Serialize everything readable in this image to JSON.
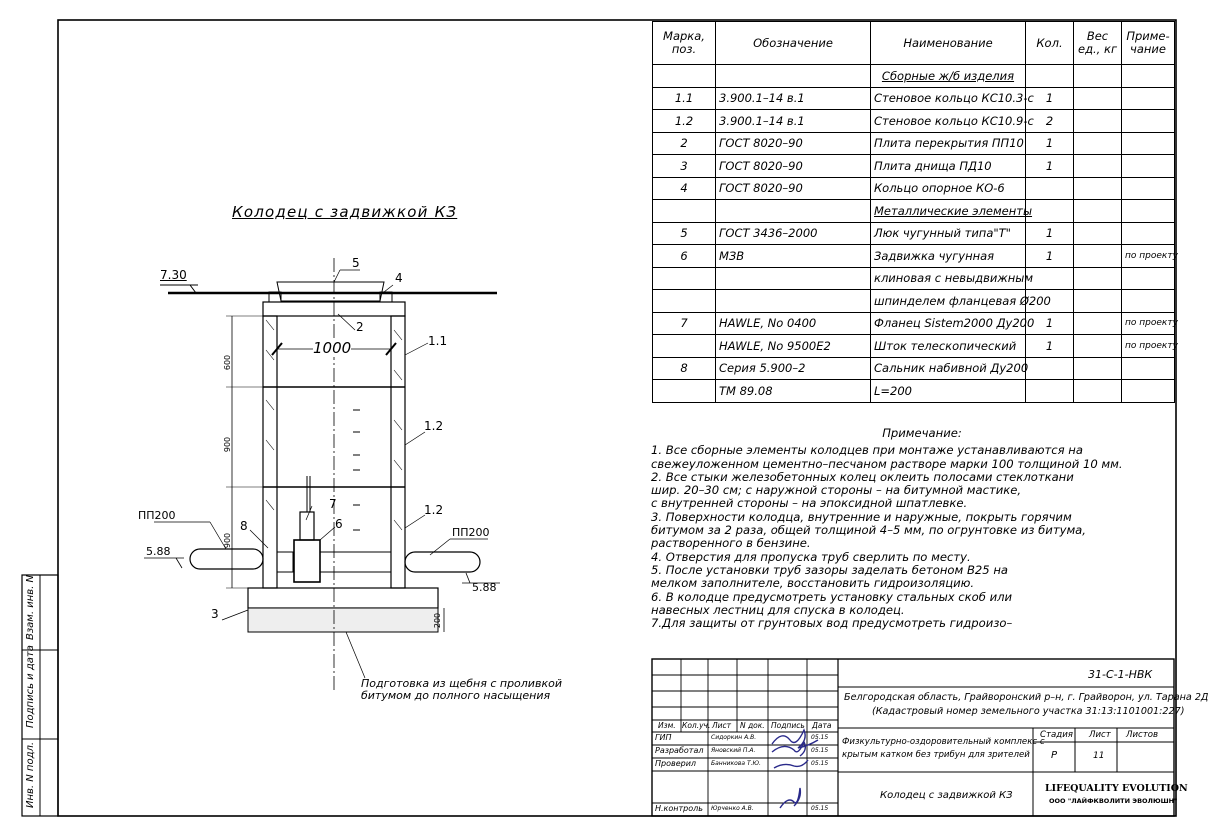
{
  "drawing": {
    "title": "Колодец с задвижкой КЗ",
    "levels": {
      "top": "7.30",
      "pipe_left": "5.88",
      "pipe_right": "5.88"
    },
    "dim_diameter": "1000",
    "dims_vertical": [
      "600",
      "900",
      "900",
      "200"
    ],
    "pipe_labels": [
      "ПП200",
      "ПП200"
    ],
    "callouts": [
      "5",
      "4",
      "2",
      "1.1",
      "1.2",
      "1.2",
      "7",
      "6",
      "8",
      "3"
    ],
    "base_note": [
      "Подготовка из щебня с проливкой",
      "битумом до полного насыщения"
    ]
  },
  "spec": {
    "headers": [
      "Марка, поз.",
      "Обозначение",
      "Наименование",
      "Кол.",
      "Вес ед., кг",
      "Приме- чание"
    ],
    "rows": [
      {
        "pos": "",
        "designation": "",
        "name": "Сборные ж/б изделия",
        "qty": "",
        "weight": "",
        "note": ""
      },
      {
        "pos": "1.1",
        "designation": "3.900.1–14     в.1",
        "name": "Стеновое кольцо КС10.3-с",
        "qty": "1",
        "weight": "",
        "note": ""
      },
      {
        "pos": "1.2",
        "designation": "3.900.1–14     в.1",
        "name": "Стеновое кольцо КС10.9-с",
        "qty": "2",
        "weight": "",
        "note": ""
      },
      {
        "pos": "2",
        "designation": "ГОСТ 8020–90",
        "name": "Плита перекрытия ПП10",
        "qty": "1",
        "weight": "",
        "note": ""
      },
      {
        "pos": "3",
        "designation": "ГОСТ 8020–90",
        "name": "Плита днища ПД10",
        "qty": "1",
        "weight": "",
        "note": ""
      },
      {
        "pos": "4",
        "designation": "ГОСТ 8020–90",
        "name": "Кольцо опорное КО-6",
        "qty": "",
        "weight": "",
        "note": ""
      },
      {
        "pos": "",
        "designation": "",
        "name": "Металлические элементы",
        "qty": "",
        "weight": "",
        "note": ""
      },
      {
        "pos": "5",
        "designation": "ГОСТ 3436–2000",
        "name": "Люк чугунный типа\"Т\"",
        "qty": "1",
        "weight": "",
        "note": ""
      },
      {
        "pos": "6",
        "designation": "МЗВ",
        "name": "Задвижка чугунная",
        "qty": "1",
        "weight": "",
        "note": "по проекту"
      },
      {
        "pos": "",
        "designation": "",
        "name": "клиновая с невыдвижным",
        "qty": "",
        "weight": "",
        "note": ""
      },
      {
        "pos": "",
        "designation": "",
        "name": "шпинделем фланцевая Ø200",
        "qty": "",
        "weight": "",
        "note": ""
      },
      {
        "pos": "7",
        "designation": "HAWLE, No 0400",
        "name": "Фланец Sistem2000 Ду200",
        "qty": "1",
        "weight": "",
        "note": "по проекту"
      },
      {
        "pos": "",
        "designation": "HAWLE, No 9500E2",
        "name": "Шток телескопический",
        "qty": "1",
        "weight": "",
        "note": "по проекту"
      },
      {
        "pos": "8",
        "designation": "Серия 5.900–2",
        "name": "Сальник набивной Ду200",
        "qty": "",
        "weight": "",
        "note": ""
      },
      {
        "pos": "",
        "designation": "ТМ 89.08",
        "name": "L=200",
        "qty": "",
        "weight": "",
        "note": ""
      }
    ]
  },
  "notes": {
    "title": "Примечание:",
    "lines": [
      "1. Все сборные элементы колодцев при монтаже устанавливаются на",
      "свежеуложенном цементно–песчаном растворе марки 100 толщиной 10 мм.",
      "2. Все стыки железобетонных колец оклеить полосами стеклоткани",
      "шир. 20–30 см; с наружной стороны – на битумной мастике,",
      "с внутренней стороны – на эпоксидной шпатлевке.",
      "3. Поверхности колодца, внутренние и наружные, покрыть горячим",
      "битумом за 2 раза, общей толщиной 4–5 мм, по огрунтовке из битума,",
      "растворенного в бензине.",
      "4. Отверстия для пропуска труб сверлить по месту.",
      "5. После установки труб зазоры заделать бетоном В25 на",
      "мелком заполнителе, восстановить гидроизоляцию.",
      "6. В колодце предусмотреть установку стальных скоб или",
      "навесных лестниц для спуска в колодец.",
      "7.Для защиты от грунтовых вод предусмотреть гидроизо–"
    ]
  },
  "title_block": {
    "code": "31-С-1-НВК",
    "address_line1": "Белгородская область, Грайворонский р–н, г. Грайворон, ул. Тарана 2Д",
    "address_line2": "(Кадастровый номер земельного участка 31:13:1101001:227)",
    "col_headers": [
      "Изм.",
      "Кол.уч.",
      "Лист",
      "N док.",
      "Подпись",
      "Дата"
    ],
    "roles": [
      {
        "role": "ГИП",
        "name": "Сидоркин А.В.",
        "date": "05.15"
      },
      {
        "role": "Разработал",
        "name": "Яновский П.А.",
        "date": "05.15"
      },
      {
        "role": "Проверил",
        "name": "Банникова Т.Ю.",
        "date": "05.15"
      },
      {
        "role": "Н.контроль",
        "name": "Юрченко А.В.",
        "date": "05.15"
      }
    ],
    "object_line1": "Физкультурно-оздоровительный комплекс с",
    "object_line2": "крытым катком без трибун для зрителей",
    "stage_label": "Стадия",
    "sheet_label": "Лист",
    "sheets_label": "Листов",
    "stage": "Р",
    "sheet": "11",
    "sheets": "",
    "drawing_name": "Колодец с задвижкой КЗ",
    "company": "LIFEQUALITY EVOLUTION",
    "company_sub": "ООО \"ЛАЙФКВОЛИТИ ЭВОЛЮШН\""
  },
  "side_stamps": [
    "Взам. инв. N",
    "Подпись и дата",
    "Инв. N подл."
  ]
}
